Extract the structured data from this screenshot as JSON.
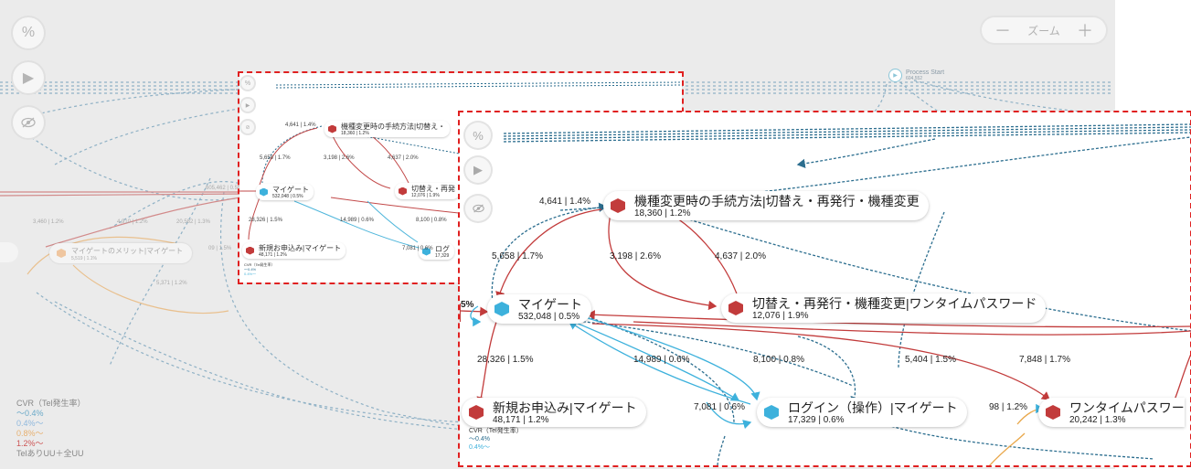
{
  "controls": {
    "percent_icon": "%",
    "play_icon": "▶",
    "hide_icon": "eye-off"
  },
  "zoom": {
    "minus": "－",
    "label": "ズーム",
    "plus": "＋"
  },
  "process_start": {
    "name": "Process Start",
    "value": "604,552"
  },
  "legend": {
    "title": "CVR（Tel発生率）",
    "items": [
      {
        "label": "〜0.4%",
        "color": "#6aa9c8"
      },
      {
        "label": "0.4%〜",
        "color": "#8fb8dd"
      },
      {
        "label": "0.8%〜",
        "color": "#e7b070"
      },
      {
        "label": "1.2%〜",
        "color": "#cc5555"
      }
    ],
    "footer": "TelありUU＋全UU"
  },
  "bg_nodes": [
    {
      "name": "マイゲートのメリット|マイゲート",
      "stats": "5,519 | 1.1%"
    }
  ],
  "bg_labels": [
    "3,460 | 1.2%",
    "4,910 | 1.2%",
    "20,582 | 1.3%",
    "5,371 | 1.2%",
    "605,462 | 0.5%",
    "09 | 1.5%"
  ],
  "nodes": {
    "kishu": {
      "name": "機種変更時の手続方法|切替え・再発行・機種変更",
      "stats": "18,360 | 1.2%"
    },
    "mygate": {
      "name": "マイゲート",
      "stats": "532,048 | 0.5%"
    },
    "kirikae": {
      "name": "切替え・再発行・機種変更|ワンタイムパスワード",
      "stats": "12,076 | 1.9%"
    },
    "shinki": {
      "name": "新規お申込み|マイゲート",
      "stats": "48,171 | 1.2%"
    },
    "login": {
      "name": "ログイン（操作）|マイゲート",
      "stats": "17,329 | 0.6%"
    },
    "onetime": {
      "name": "ワンタイムパスワー",
      "stats": "20,242 | 1.3%"
    }
  },
  "small_nodes": {
    "kishu": {
      "name": "機種変更時の手続方法|切替え・",
      "stats": "18,360 | 1.2%"
    },
    "mygate": {
      "name": "マイゲート",
      "stats": "532,048 | 0.5%"
    },
    "kirikae": {
      "name": "切替え・再発",
      "stats": "12,076 | 1.9%"
    },
    "shinki": {
      "name": "新規お申込み|マイゲート",
      "stats": "48,171 | 1.2%"
    },
    "login": {
      "name": "ログ",
      "stats": "17,329"
    }
  },
  "edges": {
    "e1": "4,641 | 1.4%",
    "e2": "5,658 | 1.7%",
    "e3": "3,198 | 2.6%",
    "e4": "4,637 | 2.0%",
    "e5": "28,326 | 1.5%",
    "e6": "14,989 | 0.6%",
    "e7": "8,100 | 0.8%",
    "e8": "5,404 | 1.5%",
    "e9": "7,848 | 1.7%",
    "e10": "7,081 | 0.6%",
    "e11": "98 | 1.2%",
    "pct": "5%"
  },
  "small_edges": [
    "4,641 | 1.4%",
    "5,658 | 1.7%",
    "3,198 | 2.6%",
    "4,637 | 2.0%",
    "28,326 | 1.5%",
    "14,989 | 0.6%",
    "8,100 | 0.8%",
    "7,081 | 0.6%"
  ],
  "inset_legend": {
    "title": "CVR（Tel発生率）",
    "items": [
      "〜0.4%",
      "0.4%〜"
    ]
  },
  "small_legend": {
    "title": "CVR（Tel発生率）",
    "items": [
      "〜0.4%",
      "0.4%〜"
    ]
  }
}
